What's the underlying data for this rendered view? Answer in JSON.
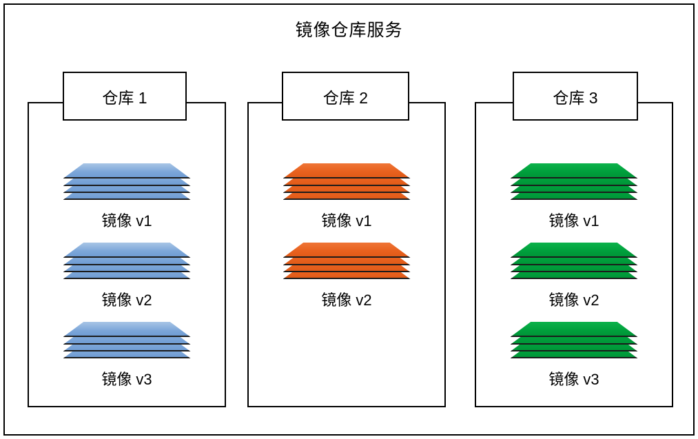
{
  "diagram": {
    "type": "container-registry-architecture",
    "title": "镜像仓库服务",
    "background_color": "#ffffff",
    "border_color": "#000000"
  },
  "repositories": [
    {
      "id": "repo-1",
      "label": "仓库 1",
      "color": "#7da7d9",
      "color_light": "#a8c5e6",
      "color_dark": "#6c9ad2",
      "images": [
        {
          "label": "镜像 v1",
          "layers": 4
        },
        {
          "label": "镜像 v2",
          "layers": 4
        },
        {
          "label": "镜像 v3",
          "layers": 4
        }
      ]
    },
    {
      "id": "repo-2",
      "label": "仓库 2",
      "color": "#e8611e",
      "color_light": "#ef7536",
      "color_dark": "#df5a17",
      "images": [
        {
          "label": "镜像 v1",
          "layers": 4
        },
        {
          "label": "镜像 v2",
          "layers": 4
        }
      ]
    },
    {
      "id": "repo-3",
      "label": "仓库 3",
      "color": "#00a03c",
      "color_light": "#0cb24b",
      "color_dark": "#009237",
      "images": [
        {
          "label": "镜像 v1",
          "layers": 4
        },
        {
          "label": "镜像 v2",
          "layers": 4
        },
        {
          "label": "镜像 v3",
          "layers": 4
        }
      ]
    }
  ]
}
